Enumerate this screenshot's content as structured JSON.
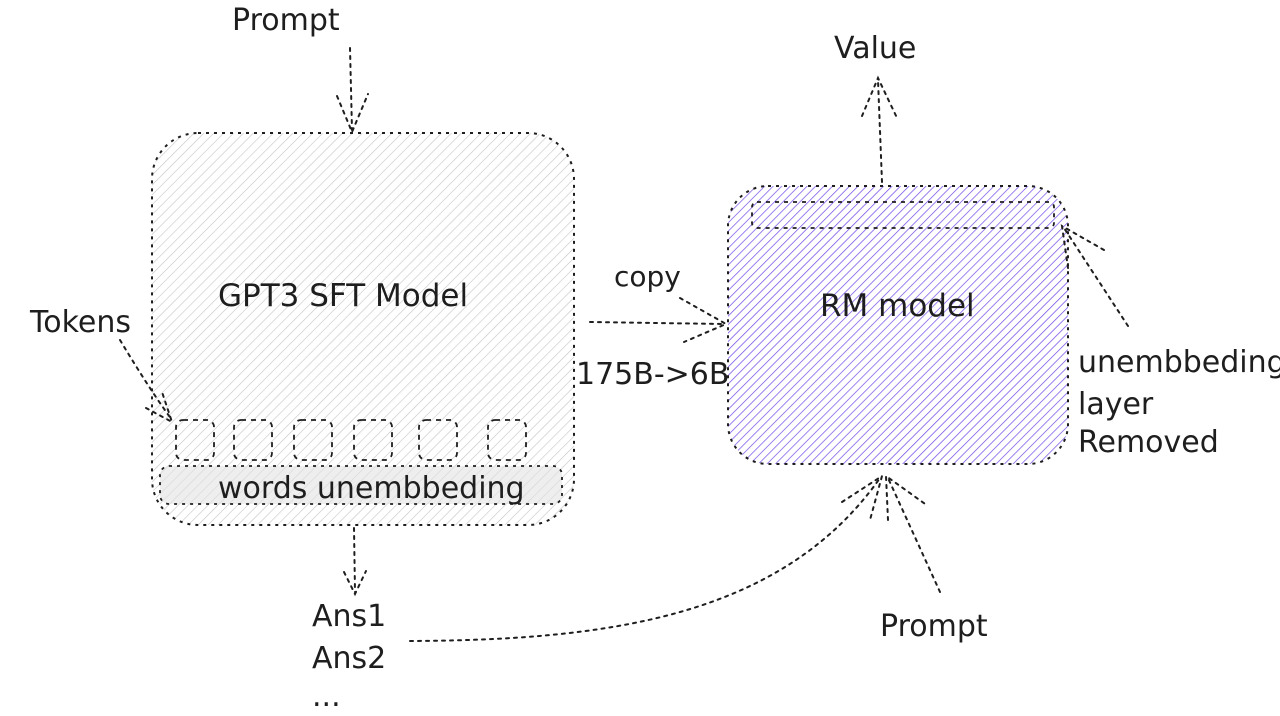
{
  "labels": {
    "prompt_top": "Prompt",
    "value": "Value",
    "gpt_model": "GPT3 SFT Model",
    "rm_model": "RM model",
    "copy": "copy",
    "size": "175B->6B",
    "tokens": "Tokens",
    "words_unembedding": "words unembbeding",
    "unemb_line1": "unembbeding",
    "unemb_line2": "layer",
    "unemb_line3": "Removed",
    "ans1": "Ans1",
    "ans2": "Ans2",
    "ellipsis": "...",
    "prompt_bottom": "Prompt"
  },
  "colors": {
    "stroke": "#1e1e1e",
    "gpt_hatch": "#bdbdbd",
    "rm_hatch": "#7048e8"
  },
  "token_count": 6
}
